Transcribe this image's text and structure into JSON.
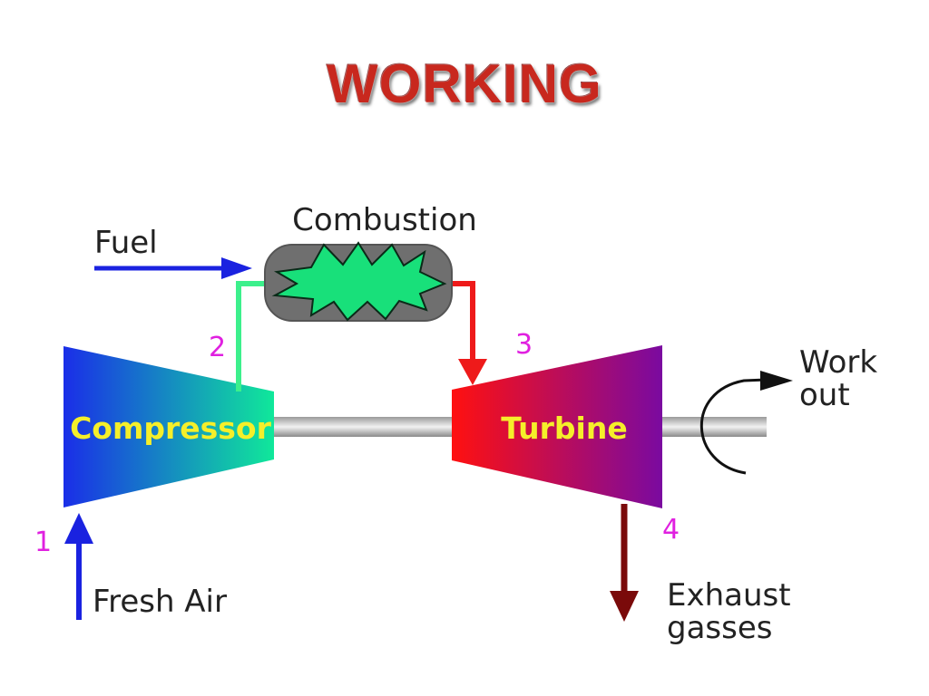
{
  "title": "WORKING",
  "labels": {
    "fuel": "Fuel",
    "combustion": "Combustion",
    "compressor": "Compressor",
    "turbine": "Turbine",
    "work_out_line1": "Work",
    "work_out_line2": "out",
    "fresh_air": "Fresh Air",
    "exhaust_line1": "Exhaust",
    "exhaust_line2": "gasses"
  },
  "stage_numbers": {
    "n1": "1",
    "n2": "2",
    "n3": "3",
    "n4": "4"
  },
  "colors": {
    "title": "#c8281e",
    "compressor_start": "#1a2ee8",
    "compressor_end": "#10e89a",
    "turbine_start": "#ff1010",
    "turbine_end": "#7a0aa0",
    "combustion_chamber": "#6f6f6f",
    "flame": "#18e07a",
    "fuel_arrow": "#1a22e0",
    "air_arrow": "#1a22e0",
    "hot_gas_arrow": "#ee1a1a",
    "compressed_air_line": "#3cf08c",
    "exhaust_arrow": "#7a0a0a",
    "stage_numbers": "#e020e0",
    "machine_labels": "#f5ef2a"
  }
}
